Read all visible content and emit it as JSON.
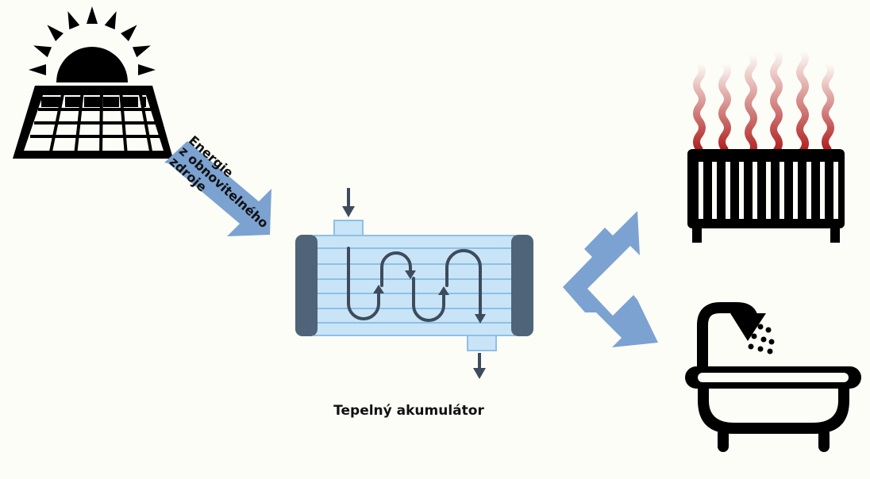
{
  "labels": {
    "energy_source": [
      "Energie",
      "z obnovitelného",
      "zdroje"
    ],
    "tank": "Tepelný akumulátor"
  },
  "colors": {
    "background": "#fdfdf8",
    "flow_arrow": "#7ba2d1",
    "tank_body": "#c9e4f7",
    "tank_cap": "#4f6478",
    "coil": "#3d4c5c",
    "icon": "#000000",
    "heat_waves": "#b02020"
  },
  "icons": {
    "source": "solar-panel-icon",
    "heating": "radiator-icon",
    "hot_water": "bathtub-shower-icon"
  }
}
